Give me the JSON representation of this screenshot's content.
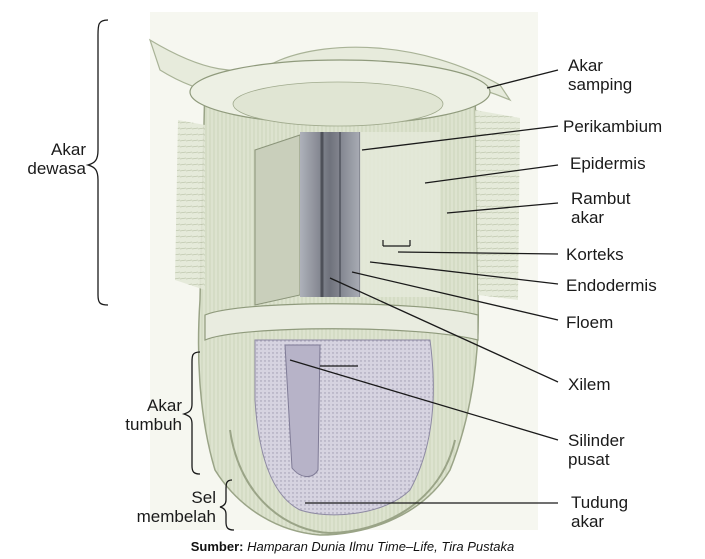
{
  "labels": {
    "akar_samping": [
      "Akar",
      "samping"
    ],
    "perikambium": "Perikambium",
    "epidermis": "Epidermis",
    "rambut_akar": [
      "Rambut",
      "akar"
    ],
    "korteks": "Korteks",
    "endodermis": "Endodermis",
    "floem": "Floem",
    "xilem": "Xilem",
    "silinder_pusat": [
      "Silinder",
      "pusat"
    ],
    "tudung_akar": [
      "Tudung",
      "akar"
    ],
    "akar_dewasa": [
      "Akar",
      "dewasa"
    ],
    "akar_tumbuh": [
      "Akar",
      "tumbuh"
    ],
    "sel_membelah": [
      "Sel",
      "membelah"
    ]
  },
  "source": {
    "prefix": "Sumber:",
    "title": "Hamparan Dunia Ilmu Time–Life",
    "publisher": "Tira Pustaka"
  },
  "colors": {
    "background": "#ffffff",
    "root_fill": "#dfe4d2",
    "root_shade": "#c8cfb9",
    "stele": "#8c8f98",
    "stele_dark": "#6c6f78",
    "tip": "#c9c5d6",
    "line": "#1a1a1a"
  }
}
